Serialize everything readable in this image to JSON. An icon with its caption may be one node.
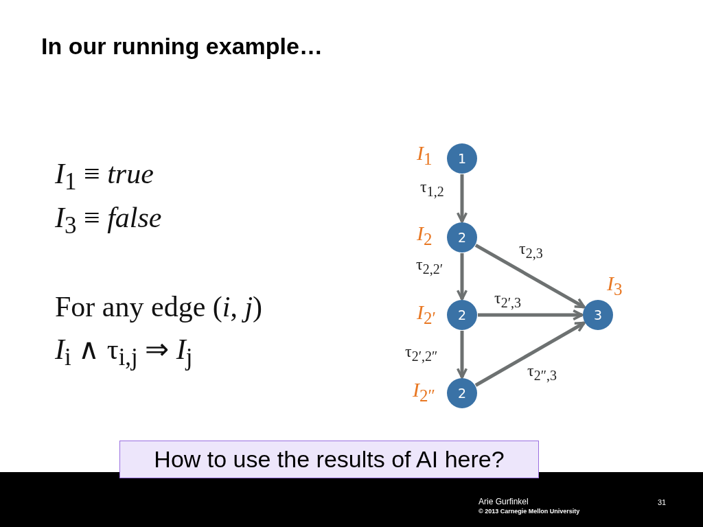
{
  "diagram": {
    "title": "In our running example…",
    "nodes": [
      {
        "text": [
          "1"
        ],
        "beside": [
          "*I*$_{1}$"
        ]
      },
      {
        "text": [
          "2"
        ],
        "beside": [
          "*I*$_{2}$"
        ]
      },
      {
        "text": [
          "2"
        ],
        "beside": [
          "*I*$_{2′}$"
        ]
      },
      {
        "text": [
          "2"
        ],
        "beside": [
          "*I*$_{2″}$"
        ]
      },
      {
        "text": [
          "3"
        ],
        "beside": [
          "*I*$_{3}$"
        ]
      },
      {
        "text": [
          "How to use the results of AI here?"
        ]
      }
    ],
    "edges": [
      {
        "from": 0,
        "to": 1,
        "arrow": "to",
        "label": "τ$_{1,2}$"
      },
      {
        "from": 1,
        "to": 4,
        "arrow": "to",
        "label": "τ$_{2,3}$"
      },
      {
        "from": 1,
        "to": 2,
        "arrow": "to",
        "label": "τ$_{2,2′}$"
      },
      {
        "from": 2,
        "to": 4,
        "arrow": "to",
        "label": "τ$_{2′,3}$"
      },
      {
        "from": 2,
        "to": 3,
        "arrow": "to",
        "label": "τ$_{2′,2″}$"
      },
      {
        "from": 3,
        "to": 4,
        "arrow": "to",
        "label": "τ$_{2″,3}$"
      }
    ],
    "labels": [
      "*I*$_{1}$ ≡ *true*",
      "*I*$_{3}$ ≡ *false*",
      "For any edge (*i*, *j*)",
      "*I*$_{i}$ ∧ τ$_{i,j}$ ⇒ *I*$_{j}$",
      "Arie Gurfinkel",
      "© 2013 Carnegie Mellon University",
      "31"
    ]
  }
}
